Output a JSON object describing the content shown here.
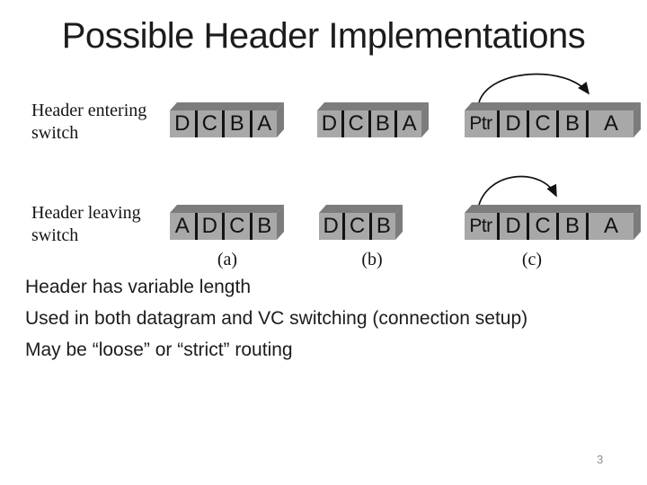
{
  "slide": {
    "title": "Possible Header Implementations",
    "page_number": "3"
  },
  "diagram": {
    "row_labels": [
      {
        "lines": [
          "Header entering",
          "switch"
        ]
      },
      {
        "lines": [
          "Header leaving",
          "switch"
        ]
      }
    ],
    "column_labels": [
      "(a)",
      "(b)",
      "(c)"
    ],
    "bars": {
      "entering_a": [
        "D",
        "C",
        "B",
        "A"
      ],
      "entering_b": [
        "D",
        "C",
        "B",
        "A"
      ],
      "entering_c": [
        "Ptr",
        "D",
        "C",
        "B",
        "A"
      ],
      "leaving_a": [
        "A",
        "D",
        "C",
        "B"
      ],
      "leaving_b": [
        "D",
        "C",
        "B"
      ],
      "leaving_c": [
        "Ptr",
        "D",
        "C",
        "B",
        "A"
      ]
    },
    "colors": {
      "face": "#a8a8a8",
      "side": "#7c7c7c",
      "divider": "#121212",
      "arrow": "#121212",
      "text": "#1c1c1c",
      "muted": "#8f8f8f"
    }
  },
  "bullets": [
    "Header has variable length",
    "Used in both datagram and VC switching (connection setup)",
    "May be “loose” or “strict” routing"
  ]
}
